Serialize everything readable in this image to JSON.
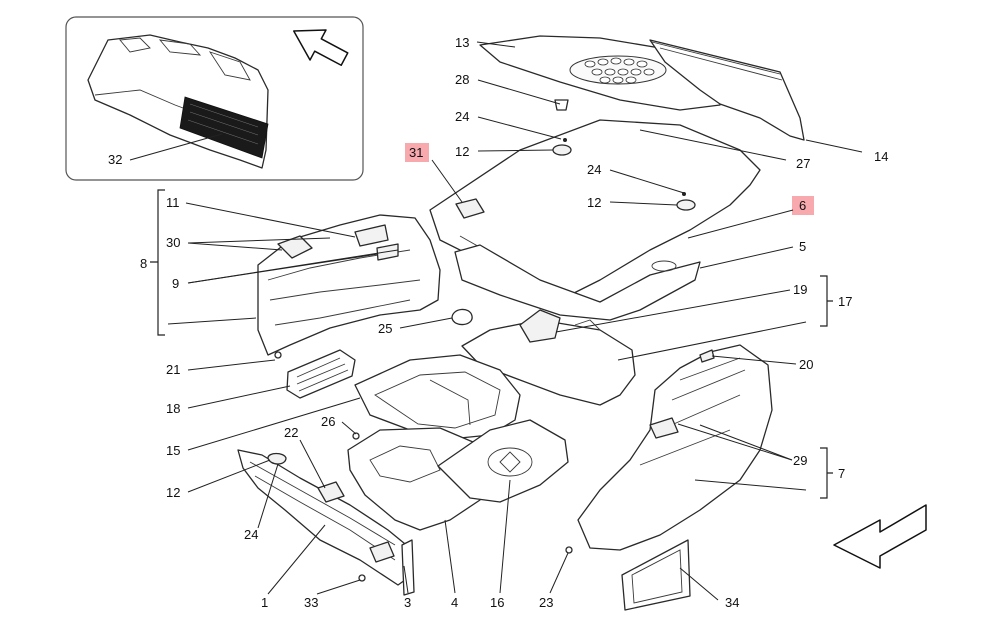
{
  "callouts": {
    "c1": "1",
    "c3": "3",
    "c4": "4",
    "c5": "5",
    "c6": "6",
    "c7": "7",
    "c8": "8",
    "c9": "9",
    "c11": "11",
    "c12a": "12",
    "c12b": "12",
    "c12c": "12",
    "c13": "13",
    "c14": "14",
    "c15": "15",
    "c16": "16",
    "c17": "17",
    "c18": "18",
    "c19": "19",
    "c20": "20",
    "c21": "21",
    "c22": "22",
    "c23": "23",
    "c24a": "24",
    "c24b": "24",
    "c24c": "24",
    "c25": "25",
    "c26": "26",
    "c27": "27",
    "c28": "28",
    "c29": "29",
    "c30": "30",
    "c31": "31",
    "c32": "32",
    "c33": "33",
    "c34": "34"
  },
  "highlighted_callouts": [
    "31",
    "6"
  ],
  "colors": {
    "highlight": "#f7a9ae",
    "line": "#2a2a2a"
  }
}
